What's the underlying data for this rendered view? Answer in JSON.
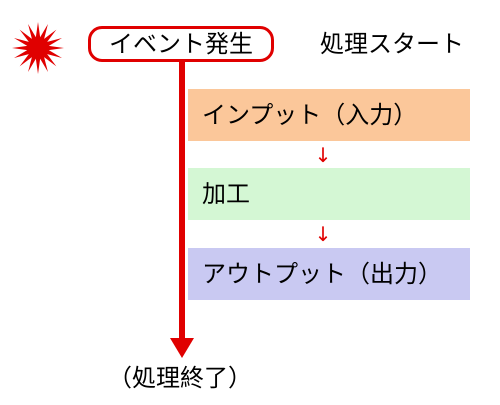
{
  "event": {
    "label": "イベント発生",
    "icon": "burst-icon"
  },
  "start_label": "処理スタート",
  "steps": [
    {
      "label": "インプット（入力）",
      "color": "#fbc79a"
    },
    {
      "label": "加工",
      "color": "#d4f7d4"
    },
    {
      "label": "アウトプット（出力）",
      "color": "#c9c9f2"
    }
  ],
  "step_arrow": "↓",
  "end_label": "（処理終了）",
  "colors": {
    "accent": "#e00000"
  }
}
